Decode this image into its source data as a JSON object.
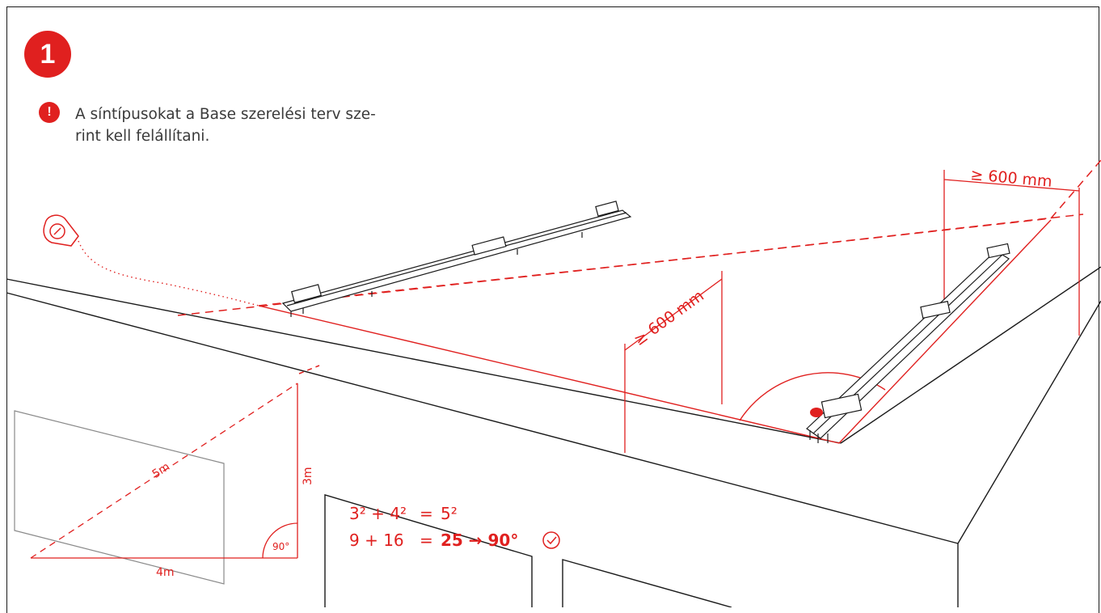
{
  "step": {
    "number": "1"
  },
  "warning": {
    "symbol": "!",
    "line1": "A síntípusokat a Base szerelési terv sze-",
    "line2": "rint kell felállítani."
  },
  "dimensions": {
    "distance_top_right": "≥ 600 mm",
    "distance_middle": "≥ 600 mm"
  },
  "triangle": {
    "hypotenuse": "5m",
    "vertical": "3m",
    "base": "4m",
    "angle": "90°"
  },
  "formula": {
    "line1_left": "3² + 4²",
    "line1_eq": "=",
    "line1_right": "5²",
    "line2_left": "9 + 16",
    "line2_eq": "=",
    "line2_result": "25 → 90°"
  },
  "colors": {
    "accent": "#e0201f",
    "line": "#1a1a1a",
    "text": "#3a3a3a"
  }
}
